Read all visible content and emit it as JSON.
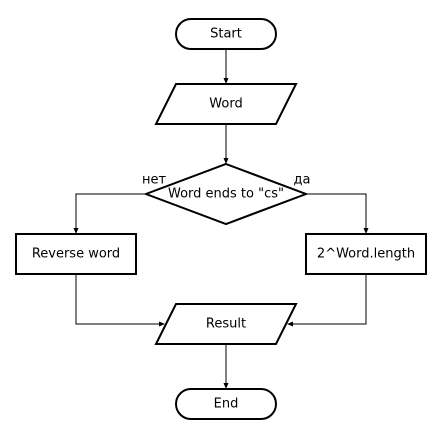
{
  "nodes": {
    "start": "Start",
    "input": "Word",
    "decision": "Word ends to \"cs\"",
    "left_process": "Reverse word",
    "right_process": "2^Word.length",
    "output": "Result",
    "end": "End"
  },
  "edge_labels": {
    "no": "нет",
    "yes": "да"
  },
  "colors": {
    "stroke": "#000000",
    "fill": "#ffffff",
    "text": "#000000"
  }
}
